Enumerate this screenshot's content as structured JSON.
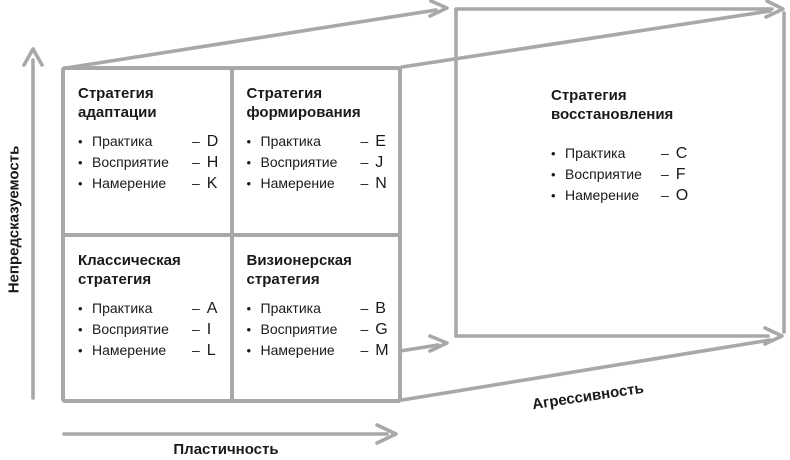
{
  "ui": {
    "bullet": "•",
    "dash": "–"
  },
  "colors": {
    "line_gray": "#a8a8a8",
    "text": "#1a1a1a",
    "background": "#ffffff"
  },
  "axes": {
    "vertical_label": "Непредсказуемость",
    "horizontal_label": "Пластичность",
    "diagonal_label": "Агрессивность"
  },
  "quadrants": [
    {
      "name": "adaptation",
      "title_line1": "Стратегия",
      "title_line2": "адаптации",
      "items": [
        {
          "label": "Практика",
          "letter": "D"
        },
        {
          "label": "Восприятие",
          "letter": "H"
        },
        {
          "label": "Намерение",
          "letter": "K"
        }
      ]
    },
    {
      "name": "shaping",
      "title_line1": "Стратегия",
      "title_line2": "формирования",
      "items": [
        {
          "label": "Практика",
          "letter": "E"
        },
        {
          "label": "Восприятие",
          "letter": "J"
        },
        {
          "label": "Намерение",
          "letter": "N"
        }
      ]
    },
    {
      "name": "classical",
      "title_line1": "Классическая",
      "title_line2": "стратегия",
      "items": [
        {
          "label": "Практика",
          "letter": "A"
        },
        {
          "label": "Восприятие",
          "letter": "I"
        },
        {
          "label": "Намерение",
          "letter": "L"
        }
      ]
    },
    {
      "name": "visionary",
      "title_line1": "Визионерская",
      "title_line2": "стратегия",
      "items": [
        {
          "label": "Практика",
          "letter": "B"
        },
        {
          "label": "Восприятие",
          "letter": "G"
        },
        {
          "label": "Намерение",
          "letter": "M"
        }
      ]
    }
  ],
  "back_panel": {
    "name": "renewal",
    "title_line1": "Стратегия",
    "title_line2": "восстановления",
    "items": [
      {
        "label": "Практика",
        "letter": "C"
      },
      {
        "label": "Восприятие",
        "letter": "F"
      },
      {
        "label": "Намерение",
        "letter": "O"
      }
    ]
  }
}
